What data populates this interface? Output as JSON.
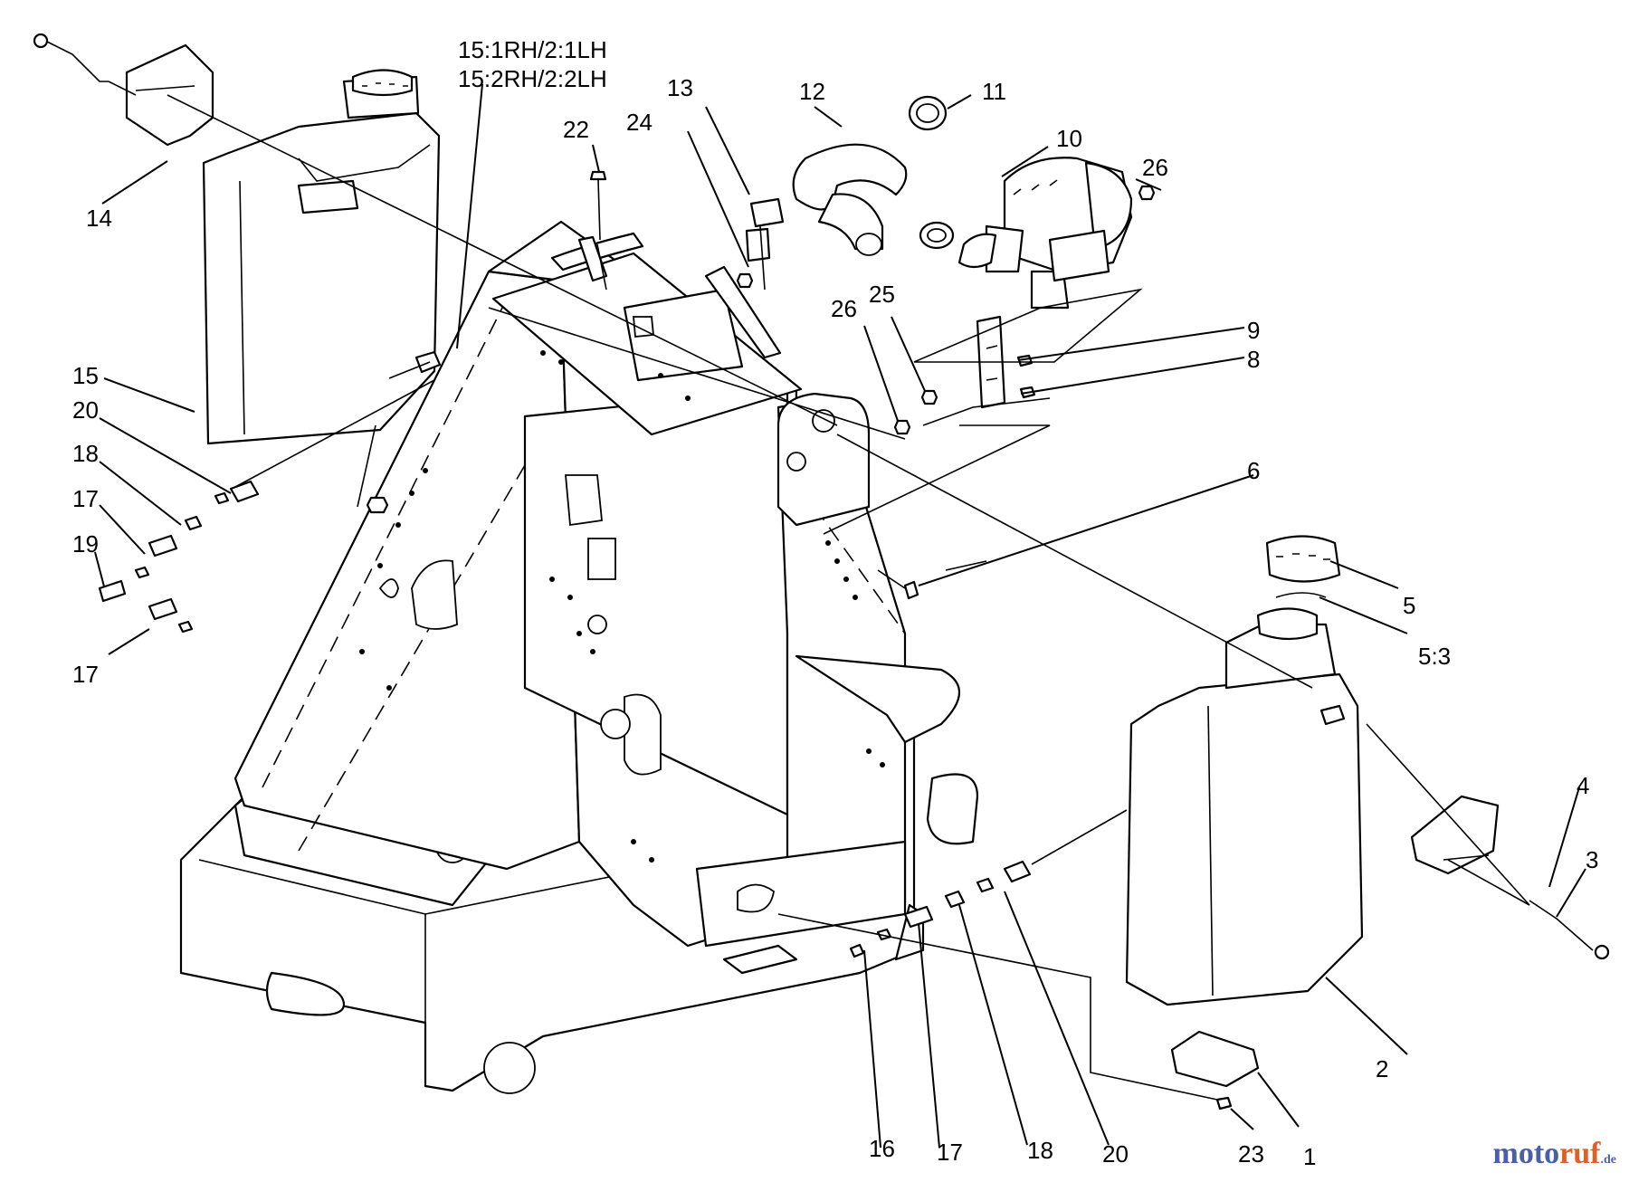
{
  "labels": {
    "l1": "1",
    "l2": "2",
    "l3": "3",
    "l4": "4",
    "l5": "5",
    "l5_3": "5:3",
    "l6": "6",
    "l8": "8",
    "l9": "9",
    "l10": "10",
    "l11": "11",
    "l12": "12",
    "l13": "13",
    "l14": "14",
    "l15": "15",
    "l15_rh1": "15:1RH/2:1LH",
    "l15_rh2": "15:2RH/2:2LH",
    "l16": "16",
    "l17a": "17",
    "l17b": "17",
    "l17c": "17",
    "l18a": "18",
    "l18b": "18",
    "l19": "19",
    "l20a": "20",
    "l20b": "20",
    "l22": "22",
    "l23": "23",
    "l24": "24",
    "l25": "25",
    "l26a": "26",
    "l26b": "26"
  },
  "watermark": {
    "part1": "moto",
    "part2": "ruf",
    "part3": ".de"
  },
  "colors": {
    "line": "#000000",
    "background": "#ffffff",
    "watermark_blue": "#4a5fa8",
    "watermark_orange": "#d9622b"
  }
}
